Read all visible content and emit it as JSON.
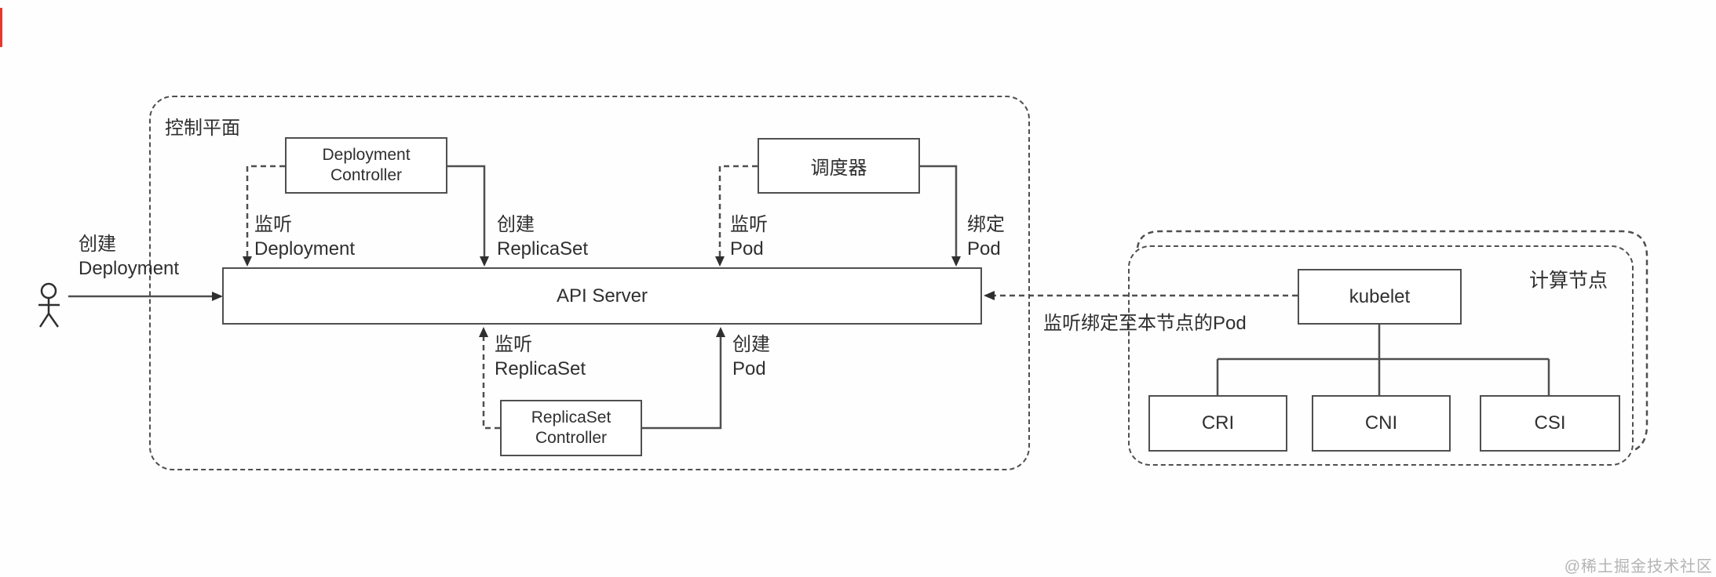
{
  "groups": {
    "control_plane_label": "控制平面",
    "compute_node_label": "计算节点"
  },
  "nodes": {
    "deployment_controller": "Deployment\nController",
    "scheduler": "调度器",
    "api_server": "API Server",
    "replicaset_controller": "ReplicaSet\nController",
    "kubelet": "kubelet",
    "cri": "CRI",
    "cni": "CNI",
    "csi": "CSI"
  },
  "edges": {
    "create_deployment": "创建\nDeployment",
    "watch_deployment": "监听\nDeployment",
    "create_replicaset": "创建\nReplicaSet",
    "watch_pod": "监听\nPod",
    "bind_pod": "绑定\nPod",
    "watch_replicaset": "监听\nReplicaSet",
    "create_pod": "创建\nPod",
    "watch_bound_pod": "监听绑定至本节点的Pod"
  },
  "colors": {
    "line": "#4f4f4f",
    "text": "#2f2f2f",
    "watermark": "#b4b4b4",
    "red_tick": "#e8372c"
  },
  "watermark": "@稀土掘金技术社区"
}
